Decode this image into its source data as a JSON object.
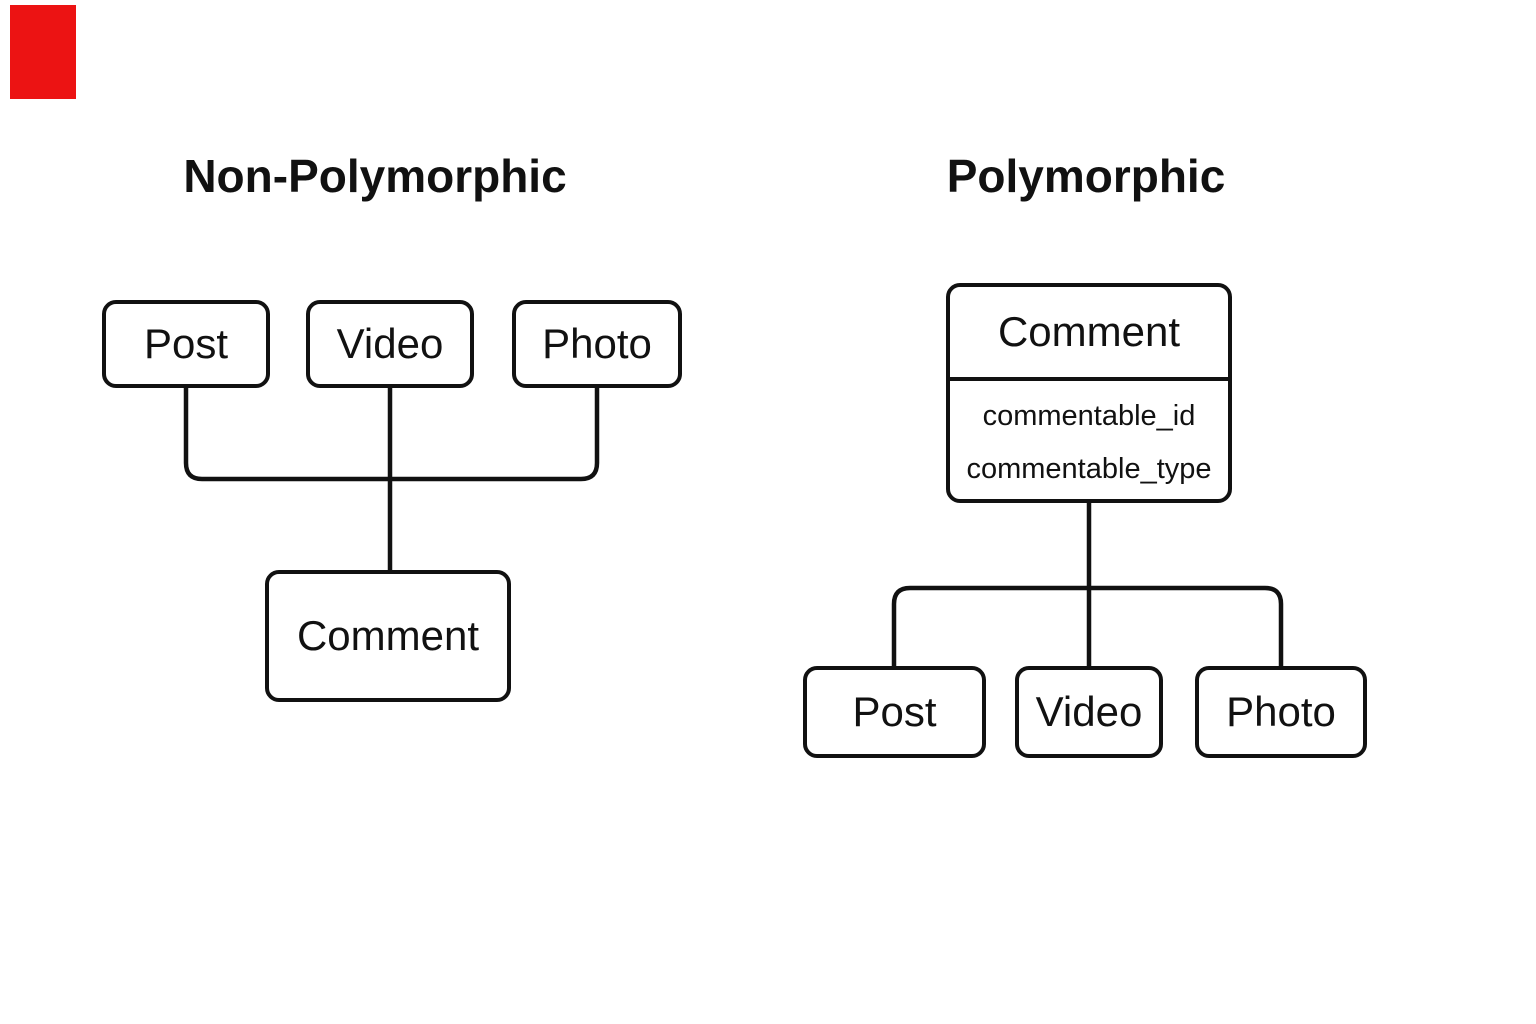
{
  "theme": {
    "background": "#ffffff",
    "line_color": "#111111",
    "text_color": "#111111",
    "box_fill": "#ffffff",
    "marker_color": "#ec1313"
  },
  "left_diagram": {
    "title": "Non-Polymorphic",
    "boxes": {
      "post": "Post",
      "video": "Video",
      "photo": "Photo",
      "comment": "Comment"
    }
  },
  "right_diagram": {
    "title": "Polymorphic",
    "comment_entity": {
      "title": "Comment",
      "fields": [
        "commentable_id",
        "commentable_type"
      ]
    },
    "boxes": {
      "post": "Post",
      "video": "Video",
      "photo": "Photo"
    }
  }
}
